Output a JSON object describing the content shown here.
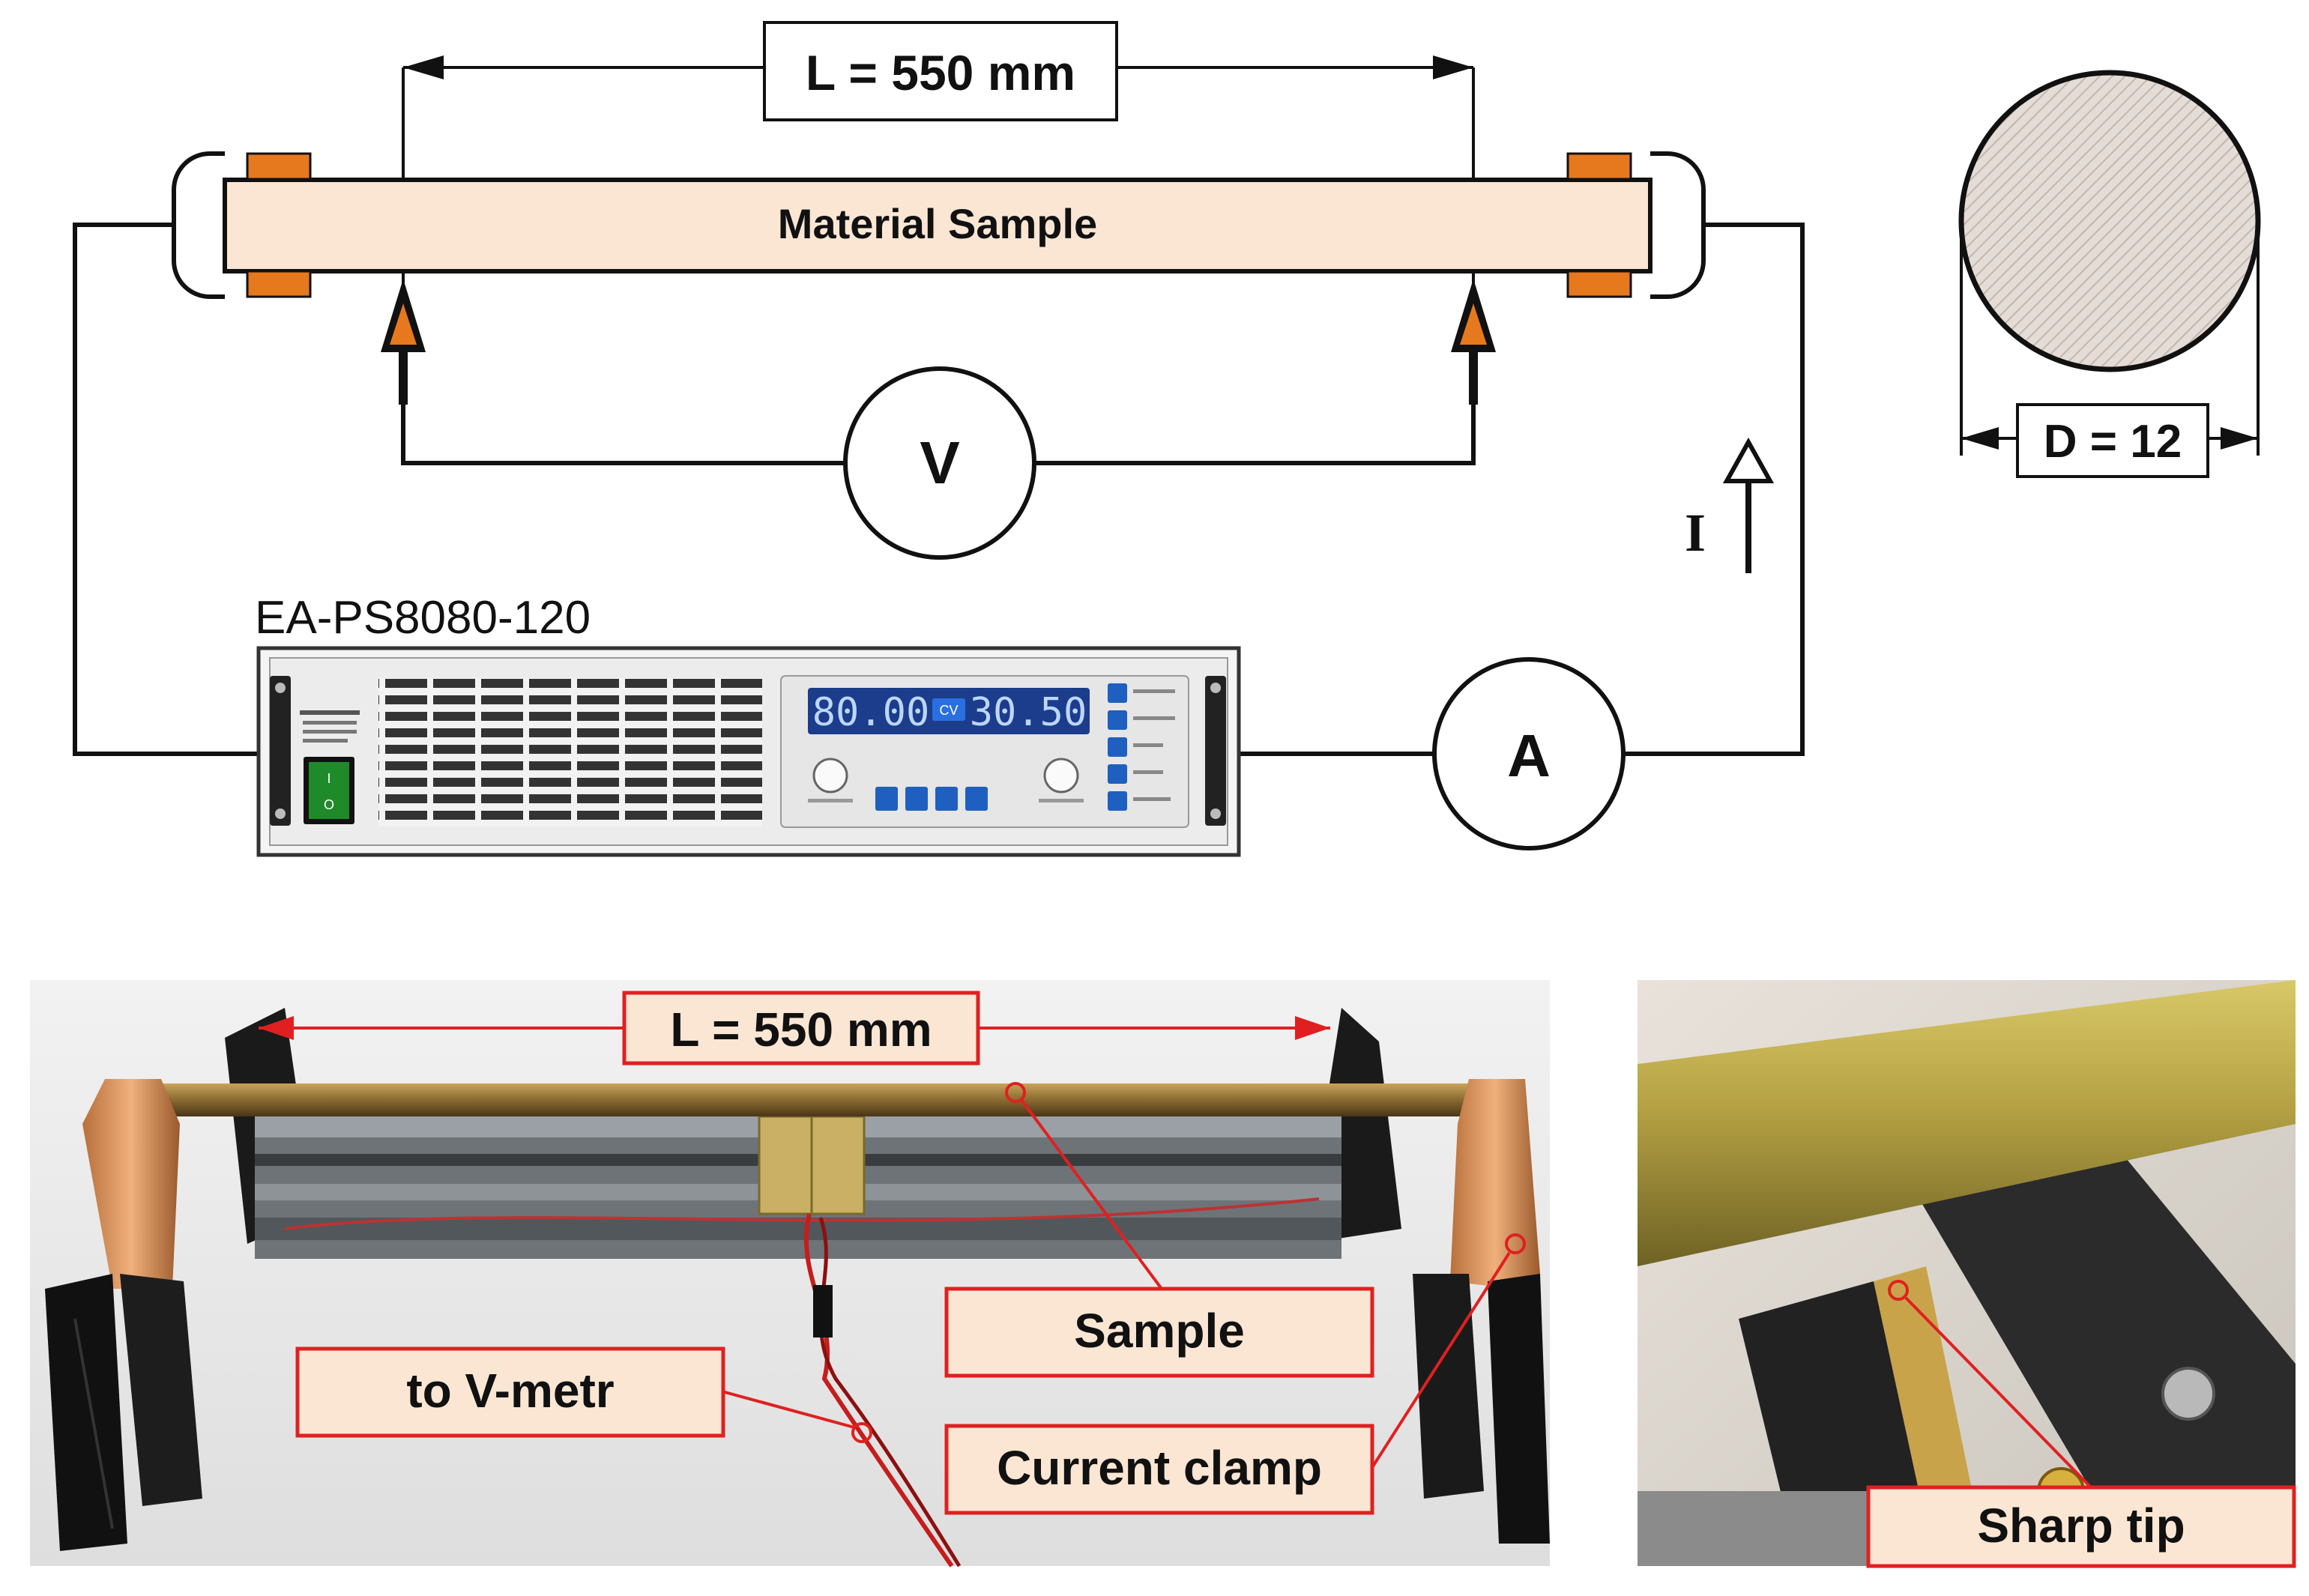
{
  "schematic": {
    "length_label": "L = 550 mm",
    "sample_label": "Material Sample",
    "voltmeter_label": "V",
    "ammeter_label": "A",
    "current_label": "I",
    "diameter_label": "D = 12",
    "power_supply": {
      "model_label": "EA-PS8080-120",
      "voltage_display": "80.00",
      "mode_indicator": "CV",
      "current_display": "30.50",
      "power_switch_on": "I",
      "power_switch_off": "O"
    }
  },
  "photos": {
    "length_label": "L = 550 mm",
    "sample_label": "Sample",
    "vmeter_label": "to V-metr",
    "clamp_label": "Current clamp",
    "tip_label": "Sharp tip"
  },
  "colors": {
    "sample_fill": "#fbe6d4",
    "contact_orange": "#e6781e",
    "callout_red": "#e02020",
    "callout_fill": "#fbe6d4",
    "lcd_blue": "#2a6fe0",
    "switch_green": "#1f8a2a"
  }
}
